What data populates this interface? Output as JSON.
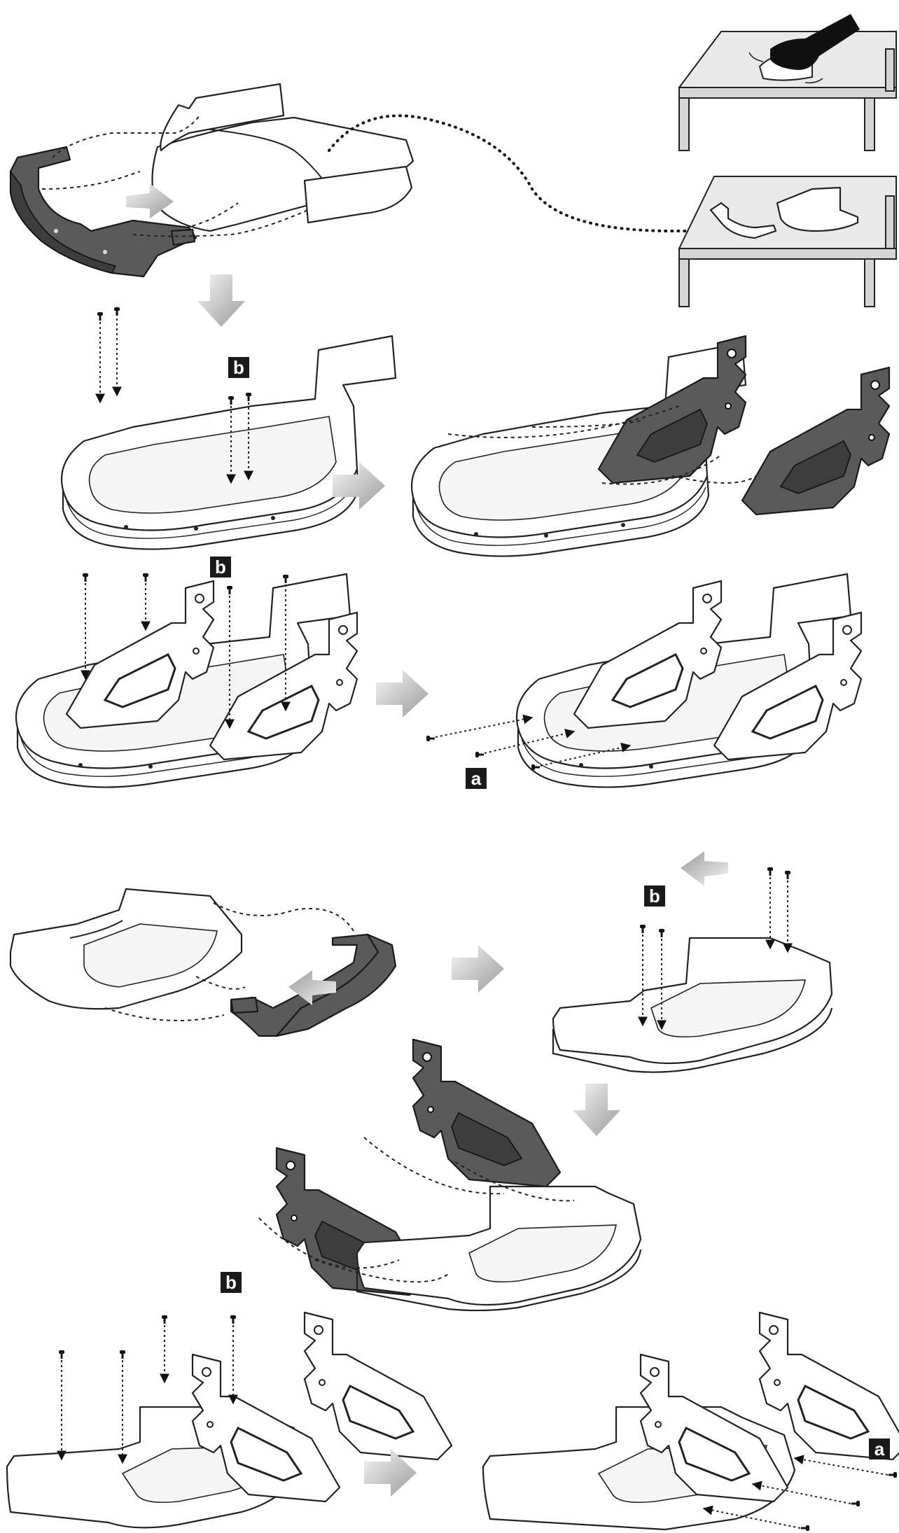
{
  "labels": {
    "screw_b": "b",
    "screw_a": "a"
  },
  "colors": {
    "dark_part": "#5a5a5a",
    "flow_arrow_light": "#f4f4f4",
    "flow_arrow_dark": "#9a9a9a",
    "label_box": "#1a1a1a"
  },
  "icons": {
    "flow_arrow": "gray-gradient-arrow",
    "screw": "screw-icon",
    "hand": "hand-with-cloth-icon",
    "table": "table-icon"
  }
}
